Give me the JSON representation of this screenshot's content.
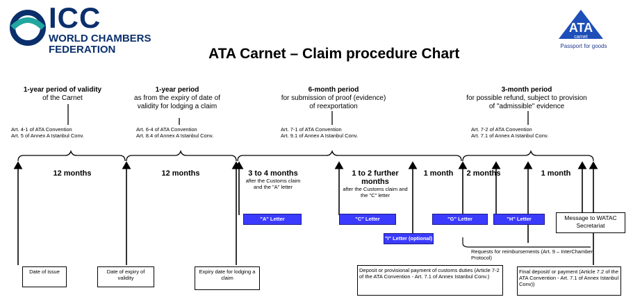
{
  "header": {
    "org_line1": "ICC",
    "org_line2": "WORLD CHAMBERS",
    "org_line3": "FEDERATION",
    "ata_logo_text": "ATA",
    "ata_logo_sub": "carnet",
    "ata_tagline": "Passport for goods",
    "title": "ATA Carnet – Claim procedure Chart"
  },
  "periods": [
    {
      "title": "1-year period of validity",
      "desc": "of the Carnet",
      "art1": "Art. 4-1 of ATA Convention",
      "art2": "Art. 5 of Annex A Istanbul Conv."
    },
    {
      "title": "1-year period",
      "desc": "as from the expiry of date of validity for lodging a claim",
      "art1": "Art. 6-4 of ATA Convention",
      "art2": "Art. 8.4 of Annex A Istanbul Conv."
    },
    {
      "title": "6-month period",
      "desc": "for submission of proof (evidence) of reexportation",
      "art1": "Art. 7-1 of ATA Convention",
      "art2": "Art. 9.1 of Annex A Istanbul Conv."
    },
    {
      "title": "3-month period",
      "desc": "for possible refund, subject to provision of \"admissible\" evidence",
      "art1": "Art. 7-2 of ATA Convention",
      "art2": "Art. 7.1 of Annex A Istanbul Conv."
    }
  ],
  "segments": {
    "s1": "12 months",
    "s2": "12 months",
    "s3": "3 to 4 months",
    "s3_sub": "after the Customs claim and the \"A\" letter",
    "s4": "1 to 2 further months",
    "s4_sub": "after the Customs claim and the \"C\" letter",
    "s5": "1 month",
    "s6": "2 months",
    "s7": "1 month"
  },
  "letters": {
    "a": "\"A\" Letter",
    "c": "\"C\" Letter",
    "i": "\"I\" Letter (optional)",
    "g": "\"G\" Letter",
    "h": "\"H\" Letter"
  },
  "boxes": {
    "issue": "Date of issue",
    "expiry": "Date of expiry of validity",
    "claim_expiry": "Expiry date for lodging a claim",
    "deposit": "Deposit or provisional payment of customs duties (Article 7-2 of the ATA Convention - Art. 7.1 of Annex Istanbul Conv.)",
    "final": "Final deposit/ or payment (Article 7.2 of the ATA Convention - Art. 7.1 of Annex Istanbul Conv))",
    "watac": "Message to WATAC Secretariat",
    "reimb": "Requests for reimbursements (Art. 9 – InterChamber Protocol)"
  },
  "colors": {
    "brand": "#0a2f6b",
    "letter_fill": "#3b3bff"
  }
}
